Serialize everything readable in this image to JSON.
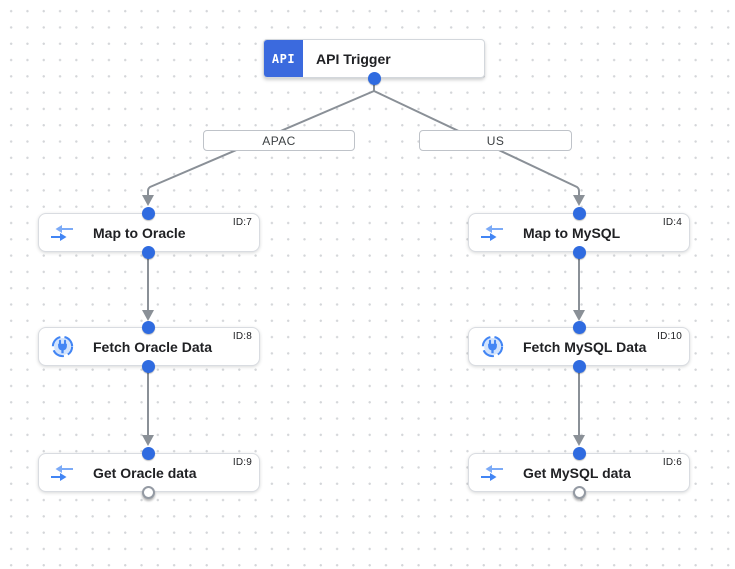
{
  "canvas": {
    "trigger": {
      "icon_label": "API",
      "title": "API Trigger"
    },
    "branches": [
      {
        "label": "APAC"
      },
      {
        "label": "US"
      }
    ],
    "nodes": [
      {
        "title": "Map to Oracle",
        "id_label": "ID:7",
        "icon": "data-mapping-icon"
      },
      {
        "title": "Fetch Oracle Data",
        "id_label": "ID:8",
        "icon": "connector-icon"
      },
      {
        "title": "Get Oracle data",
        "id_label": "ID:9",
        "icon": "data-mapping-icon"
      },
      {
        "title": "Map to MySQL",
        "id_label": "ID:4",
        "icon": "data-mapping-icon"
      },
      {
        "title": "Fetch MySQL Data",
        "id_label": "ID:10",
        "icon": "connector-icon"
      },
      {
        "title": "Get MySQL data",
        "id_label": "ID:6",
        "icon": "data-mapping-icon"
      }
    ],
    "colors": {
      "accent_blue": "#3b6ade",
      "port_blue": "#2f6be0",
      "icon_blue": "#4285f4",
      "icon_light_blue": "#7baaf7",
      "connector_fill": "#d2e3fc",
      "wire_gray": "#8a9097",
      "node_border": "#d9dce1"
    }
  }
}
